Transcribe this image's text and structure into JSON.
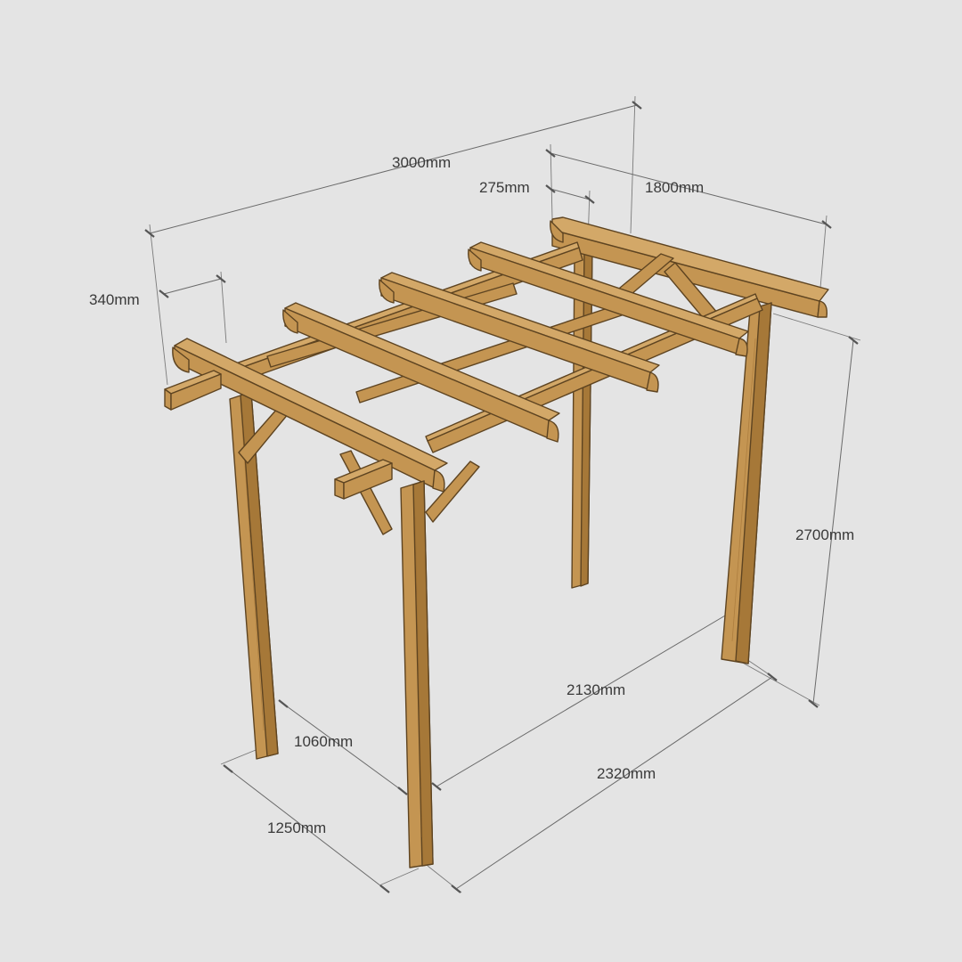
{
  "dimensions": {
    "overall_length": "3000mm",
    "rafter_spacing_back": "275mm",
    "rafter_length": "1800mm",
    "rafter_overhang": "340mm",
    "height": "2700mm",
    "inner_width": "2130mm",
    "outer_width": "2320mm",
    "inner_depth": "1060mm",
    "outer_depth": "1250mm"
  },
  "colors": {
    "background": "#e4e4e4",
    "wood": "#c49552",
    "wood_shadow": "#a67838",
    "wood_edge": "#5e4421",
    "dimension_line": "#6a6a6a"
  }
}
